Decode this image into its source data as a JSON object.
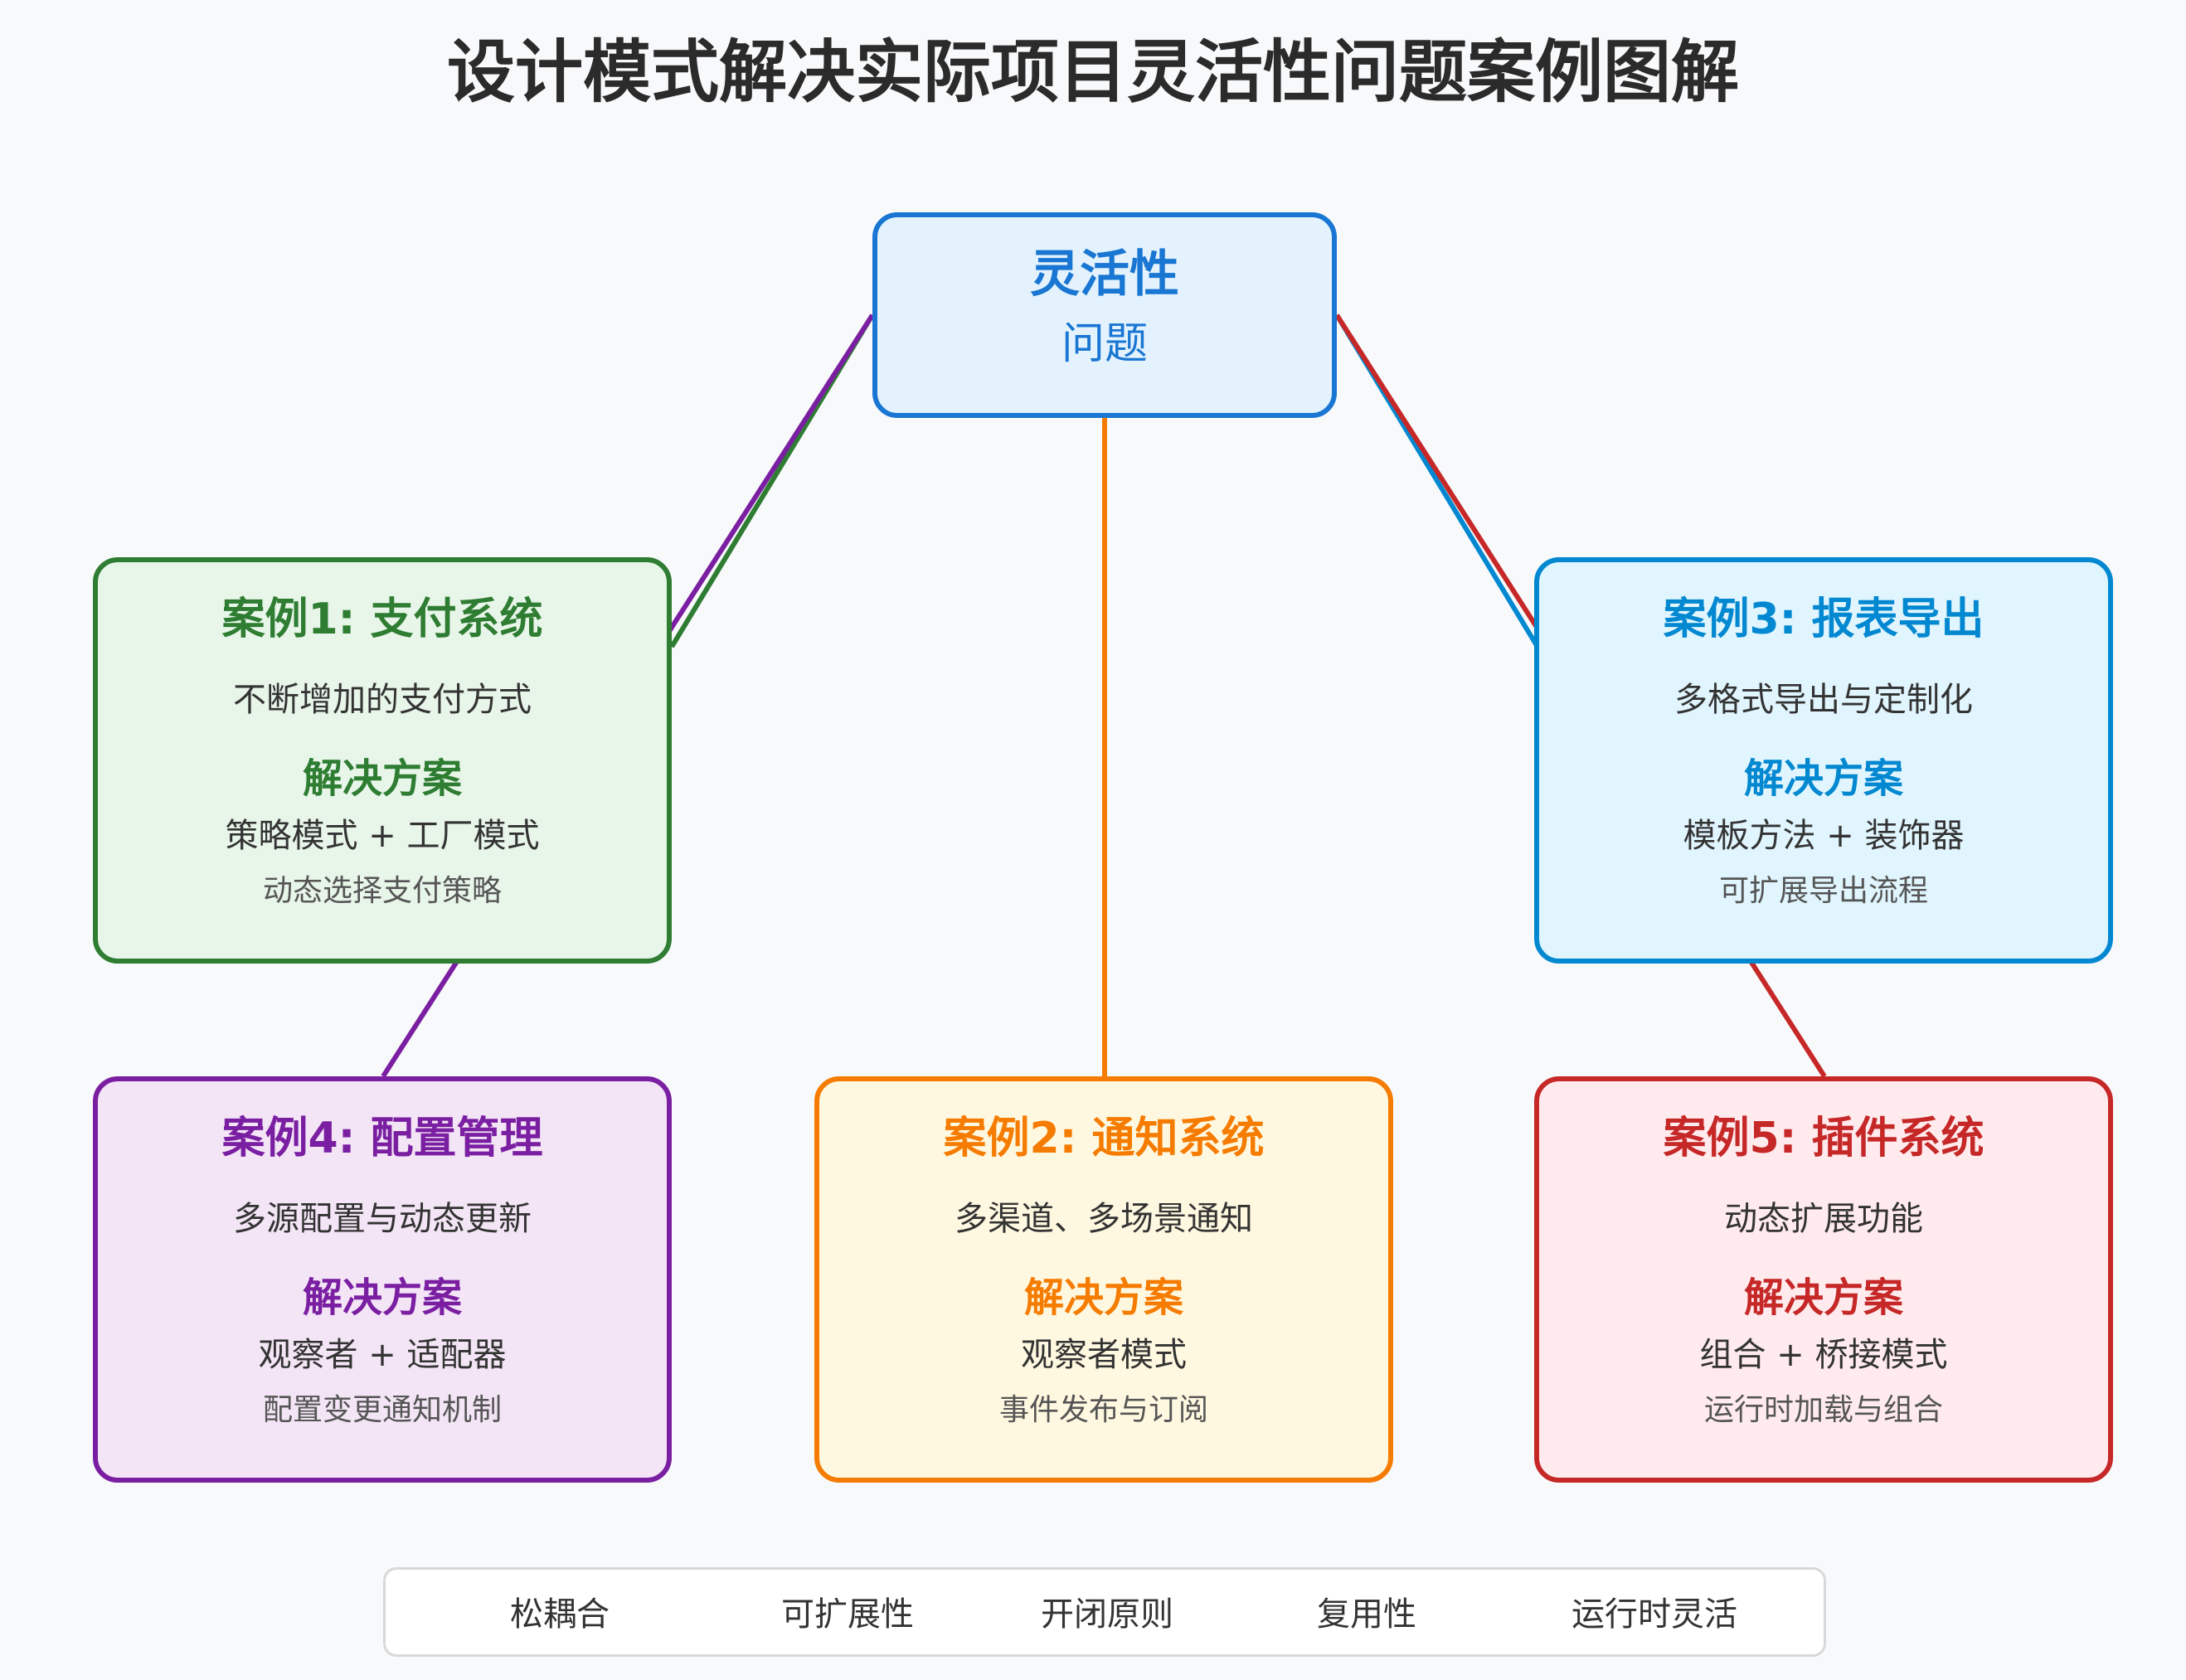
{
  "title": "设计模式解决实际项目灵活性问题案例图解",
  "center": {
    "head": "灵活性",
    "sub": "问题"
  },
  "cards": [
    {
      "title": "案例1: 支付系统",
      "desc": "不断增加的支付方式",
      "solution_heading": "解决方案",
      "solution": "策略模式 + 工厂模式",
      "note": "动态选择支付策略",
      "color": "#2e7d32"
    },
    {
      "title": "案例2: 通知系统",
      "desc": "多渠道、多场景通知",
      "solution_heading": "解决方案",
      "solution": "观察者模式",
      "note": "事件发布与订阅",
      "color": "#f57c00"
    },
    {
      "title": "案例3: 报表导出",
      "desc": "多格式导出与定制化",
      "solution_heading": "解决方案",
      "solution": "模板方法 + 装饰器",
      "note": "可扩展导出流程",
      "color": "#0288d1"
    },
    {
      "title": "案例4: 配置管理",
      "desc": "多源配置与动态更新",
      "solution_heading": "解决方案",
      "solution": "观察者 + 适配器",
      "note": "配置变更通知机制",
      "color": "#7b1fa2"
    },
    {
      "title": "案例5: 插件系统",
      "desc": "动态扩展功能",
      "solution_heading": "解决方案",
      "solution": "组合 + 桥接模式",
      "note": "运行时加载与组合",
      "color": "#c62828"
    }
  ],
  "legend": [
    "松耦合",
    "可扩展性",
    "开闭原则",
    "复用性",
    "运行时灵活"
  ]
}
